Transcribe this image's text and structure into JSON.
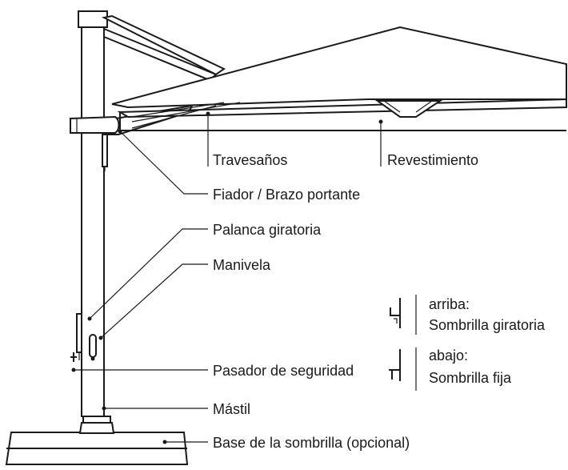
{
  "labels": {
    "crossbars": "Travesaños",
    "canopy": "Revestimiento",
    "support_arm": "Fiador / Brazo portante",
    "rotating_lever": "Palanca giratoria",
    "crank": "Manivela",
    "safety_pin": "Pasador de seguridad",
    "mast": "Mástil",
    "base": "Base de la sombrilla (opcional)"
  },
  "legend": {
    "up": {
      "line1": "arriba:",
      "line2": "Sombrilla giratoria"
    },
    "down": {
      "line1": "abajo:",
      "line2": "Sombrilla fija"
    }
  }
}
